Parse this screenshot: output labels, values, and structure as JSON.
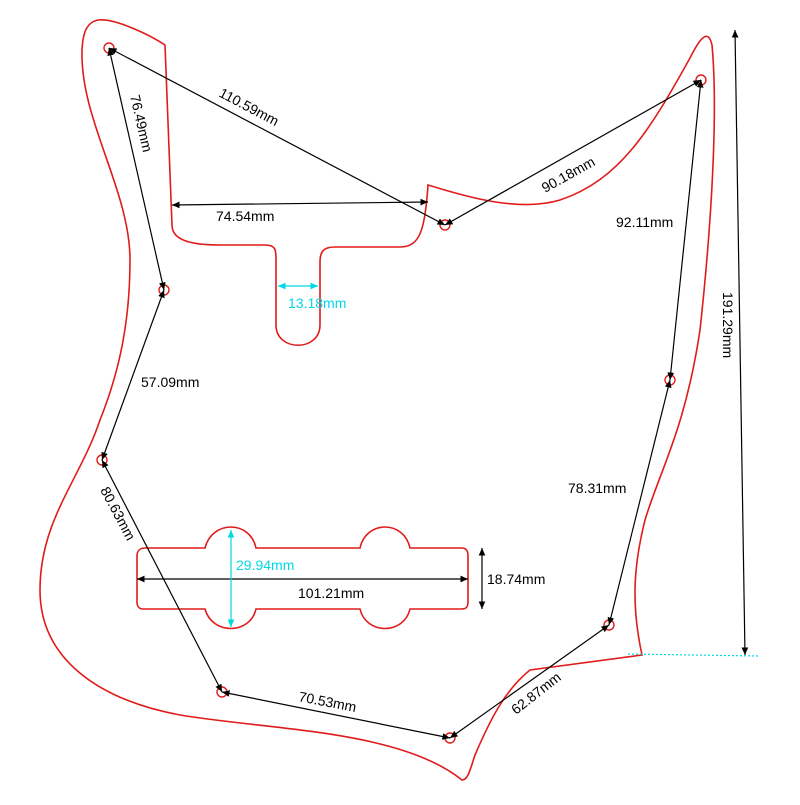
{
  "colors": {
    "outline": "#e01b1b",
    "dimension": "#000000",
    "accent": "#00d8e6"
  },
  "dimensions": {
    "d_110_59": "110.59mm",
    "d_76_49": "76.49mm",
    "d_74_54": "74.54mm",
    "d_90_18": "90.18mm",
    "d_92_11": "92.11mm",
    "d_13_18": "13.18mm",
    "d_191_29": "191.29mm",
    "d_57_09": "57.09mm",
    "d_78_31": "78.31mm",
    "d_80_63": "80.63mm",
    "d_29_94": "29.94mm",
    "d_18_74": "18.74mm",
    "d_101_21": "101.21mm",
    "d_70_53": "70.53mm",
    "d_62_87": "62.87mm"
  }
}
